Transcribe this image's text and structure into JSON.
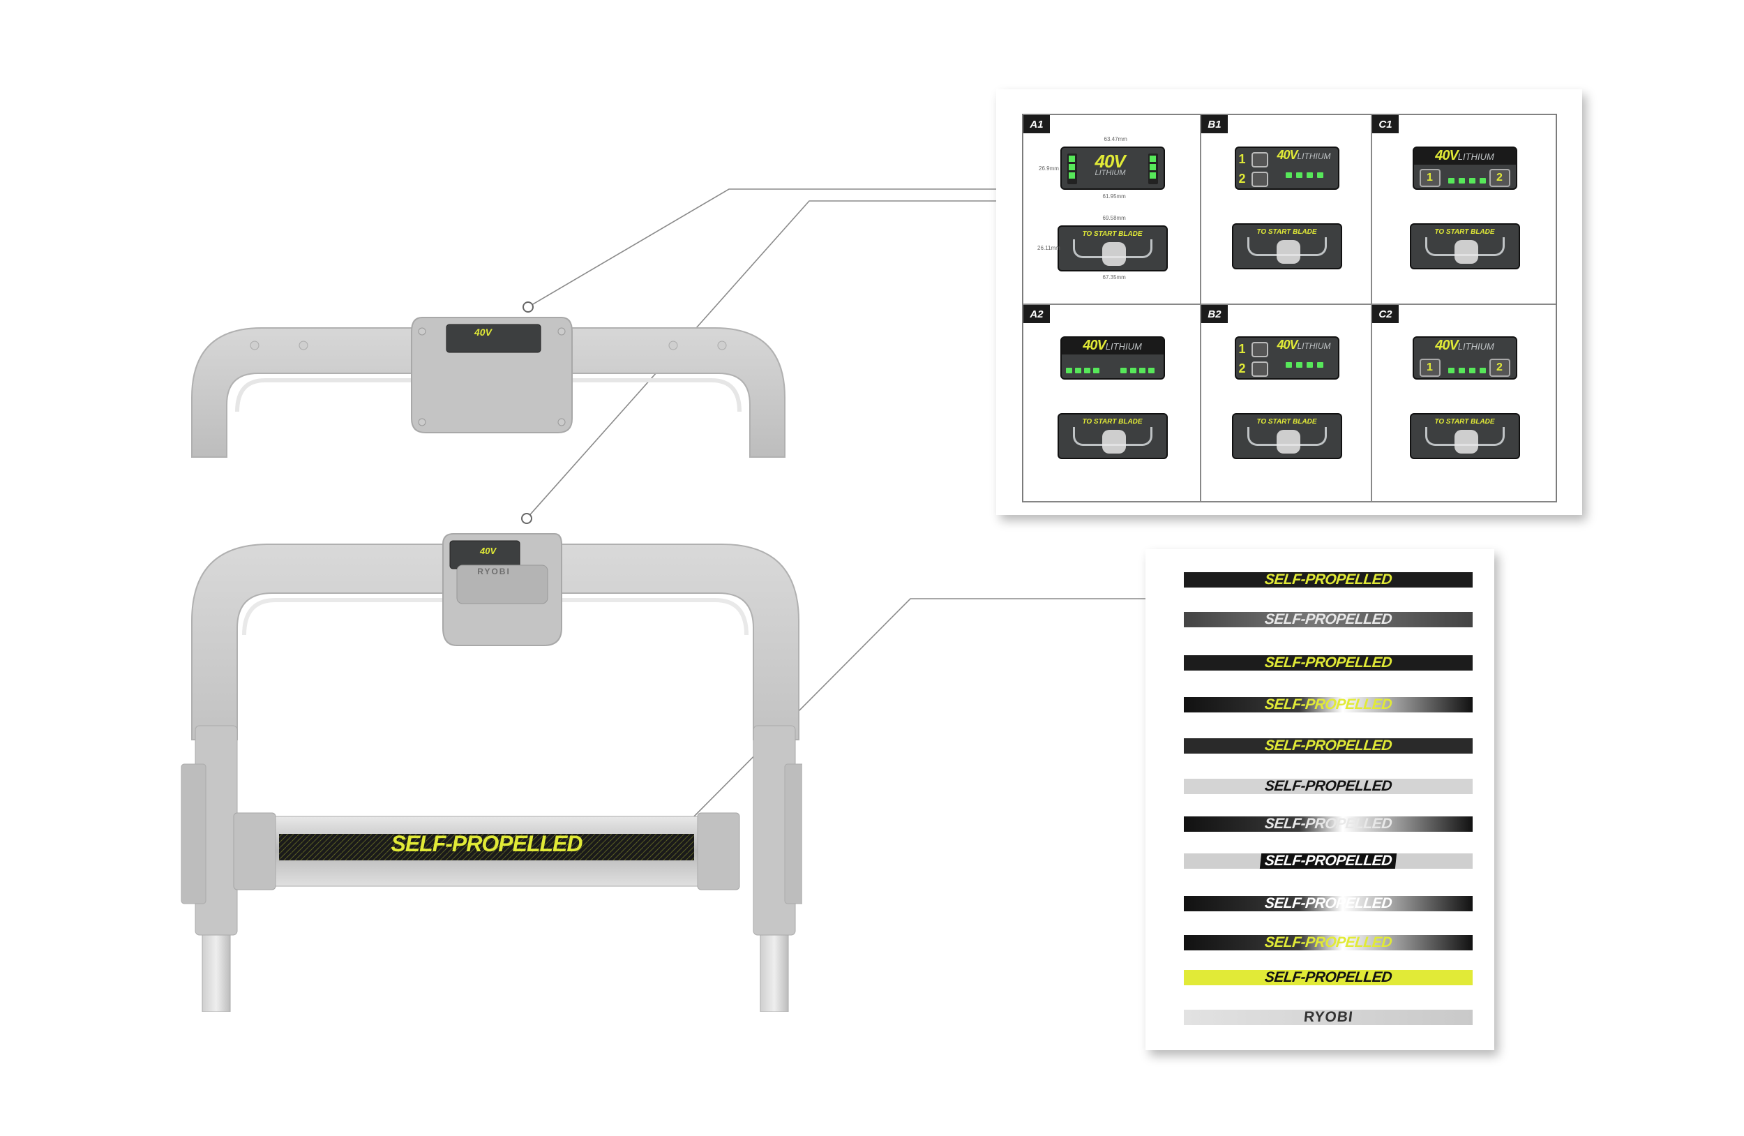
{
  "colors": {
    "accent_yellow": "#e1ea37",
    "led_green": "#57e85a",
    "panel_dark": "#3d3f40",
    "handle_gray": "#c8c8c8"
  },
  "handle_top": {
    "panel_logo": "40V"
  },
  "handle_bottom": {
    "panel_logo": "40V",
    "button_label": "RYOBI",
    "bar_label": "SELF-PROPELLED"
  },
  "control_options": [
    {
      "tag": "A1",
      "style": "dims",
      "badge": "40V",
      "sub": "LITHIUM",
      "blade": "TO START BLADE",
      "dims": {
        "top": "63.47mm",
        "left_top": "26.9mm",
        "mid": "61.95mm",
        "mid2": "69.58mm",
        "left_bottom": "26.11mm",
        "bottom": "67.35mm"
      }
    },
    {
      "tag": "B1",
      "style": "numbered",
      "badge": "40V",
      "sub": "LITHIUM",
      "n1": "1",
      "n2": "2",
      "blade": "TO START BLADE"
    },
    {
      "tag": "C1",
      "style": "header",
      "badge": "40V",
      "sub": "LITHIUM",
      "n1": "1",
      "n2": "2",
      "blade": "TO START BLADE"
    },
    {
      "tag": "A2",
      "style": "header-wide",
      "badge": "40V",
      "sub": "LITHIUM",
      "blade": "TO START BLADE"
    },
    {
      "tag": "B2",
      "style": "numbered",
      "badge": "40V",
      "sub": "LITHIUM",
      "n1": "1",
      "n2": "2",
      "blade": "TO START BLADE"
    },
    {
      "tag": "C2",
      "style": "header-plain",
      "badge": "40V",
      "sub": "LITHIUM",
      "n1": "1",
      "n2": "2",
      "blade": "TO START BLADE"
    }
  ],
  "decal_options": [
    {
      "label": "SELF-PROPELLED",
      "bg": "#1c1c1c",
      "fg": "#e1ea37",
      "pattern": "mesh"
    },
    {
      "label": "SELF-PROPELLED",
      "bg": "#555555",
      "fg": "#e8e8e8",
      "pattern": "fade"
    },
    {
      "label": "SELF-PROPELLED",
      "bg": "#1c1c1c",
      "fg": "#e1ea37",
      "pattern": "mesh"
    },
    {
      "label": "SELF-PROPELLED",
      "bg": "#111111",
      "fg": "#e1ea37",
      "pattern": "gloss"
    },
    {
      "label": "SELF-PROPELLED",
      "bg": "#2a2a2a",
      "fg": "#e1ea37",
      "pattern": "mesh"
    },
    {
      "label": "SELF-PROPELLED",
      "bg": "#d4d4d4",
      "fg": "#111111",
      "pattern": "none"
    },
    {
      "label": "SELF-PROPELLED",
      "bg": "#111111",
      "fg": "#e8e8e8",
      "pattern": "gloss"
    },
    {
      "label": "SELF-PROPELLED",
      "bg": "#cfcfcf",
      "fg": "#ffffff",
      "pattern": "boxed"
    },
    {
      "label": "SELF-PROPELLED",
      "bg": "#111111",
      "fg": "#ffffff",
      "pattern": "gloss"
    },
    {
      "label": "SELF-PROPELLED",
      "bg": "#111111",
      "fg": "#e1ea37",
      "pattern": "gloss"
    },
    {
      "label": "SELF-PROPELLED",
      "bg": "#e1ea37",
      "fg": "#111111",
      "pattern": "none"
    },
    {
      "label": "RYOBI",
      "bg": "#d4d4d4",
      "fg": "#333333",
      "pattern": "brand"
    }
  ]
}
